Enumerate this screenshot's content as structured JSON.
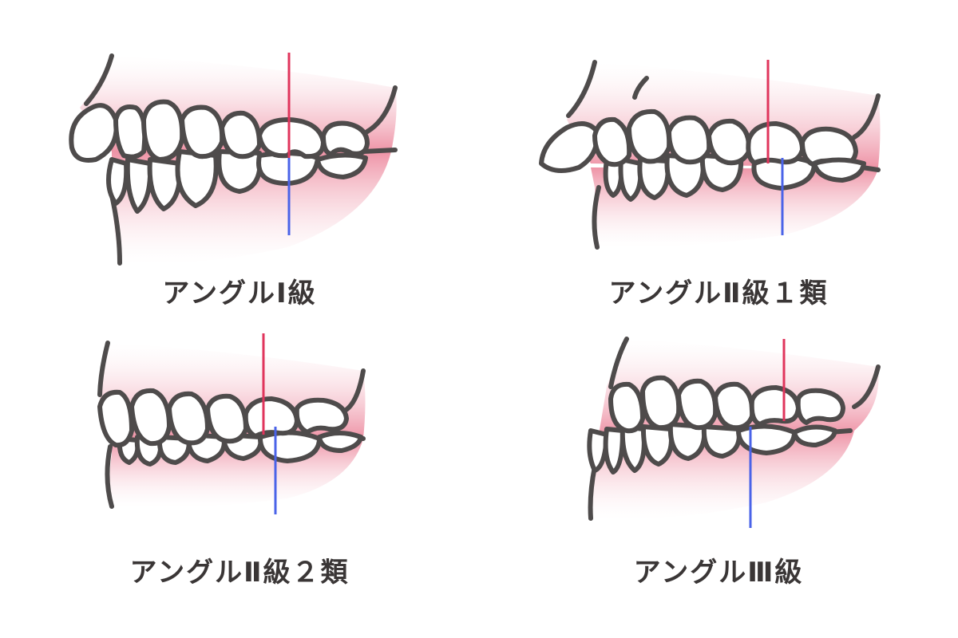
{
  "panels": [
    {
      "label": "アングルⅠ級"
    },
    {
      "label": "アングルⅡ級１類"
    },
    {
      "label": "アングルⅡ級２類"
    },
    {
      "label": "アングルⅢ級"
    }
  ],
  "colors": {
    "gum": "#f1a2b2",
    "outline": "#4e4b4b",
    "upper_marker": "#e0355c",
    "lower_marker": "#4a63e8"
  }
}
